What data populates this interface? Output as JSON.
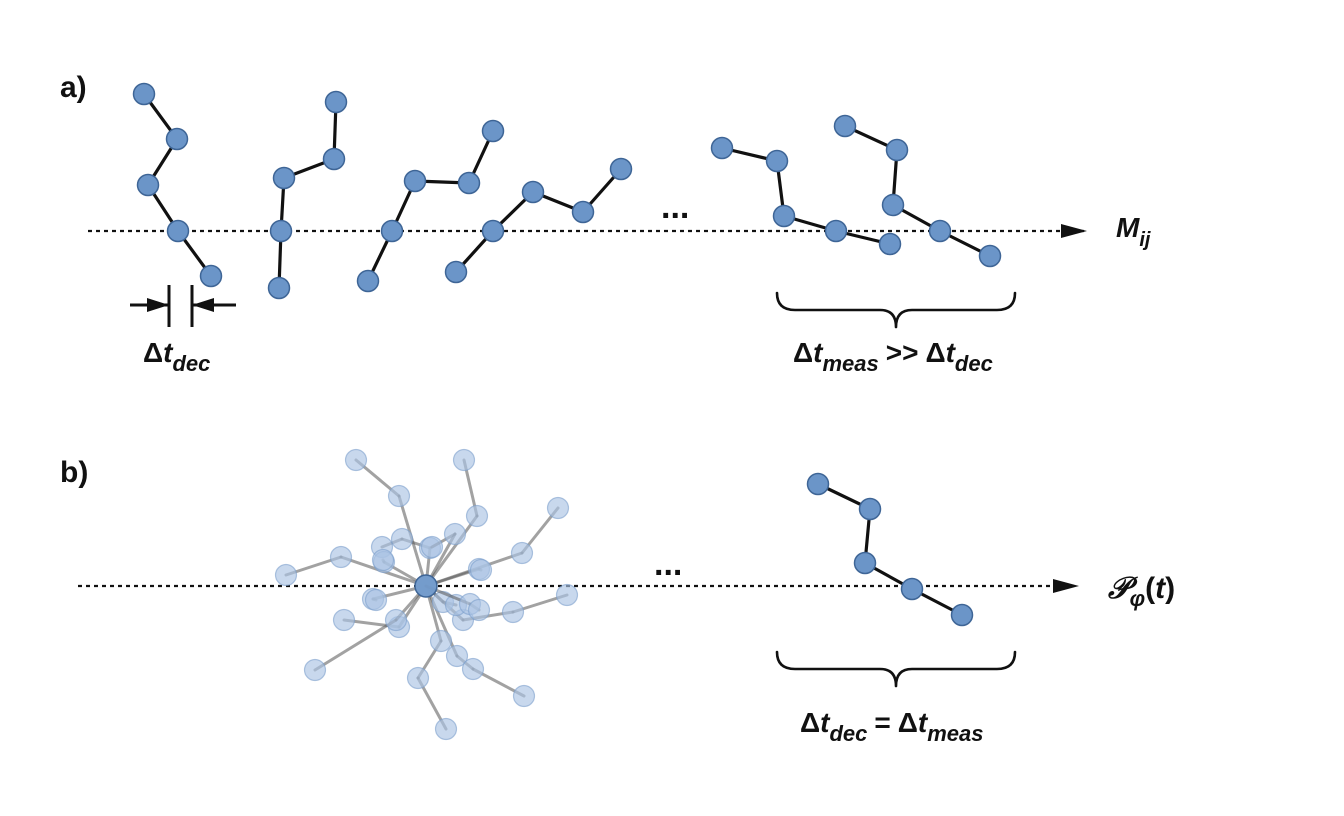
{
  "panel_a": {
    "label": "a)",
    "axis_label": {
      "main": "M",
      "sub": "ij"
    },
    "ellipsis": "...",
    "dec_label": {
      "delta": "Δ",
      "t": "t",
      "sub": "dec"
    },
    "meas_label": {
      "delta1": "Δ",
      "t1": "t",
      "sub1": "meas",
      "relation": ">>",
      "delta2": "Δ",
      "t2": "t",
      "sub2": "dec"
    }
  },
  "panel_b": {
    "label": "b)",
    "axis_label": {
      "main": "𝒫",
      "sub": "φ",
      "arg_open": "(",
      "arg": "t",
      "arg_close": ")"
    },
    "ellipsis": "...",
    "eq_label": {
      "delta1": "Δ",
      "t1": "t",
      "sub1": "dec",
      "relation": "=",
      "delta2": "Δ",
      "t2": "t",
      "sub2": "meas"
    }
  },
  "colors": {
    "node_fill": "#6b95c8",
    "node_stroke": "#3e6596",
    "ghost_node_fill": "#aac3e3",
    "line": "#111111"
  }
}
